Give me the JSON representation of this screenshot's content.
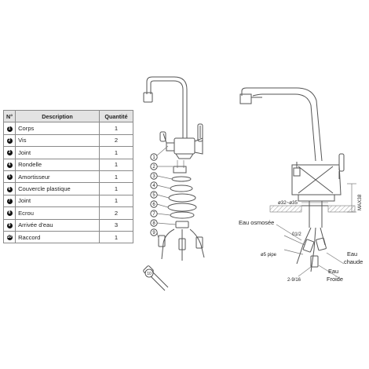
{
  "table": {
    "headers": {
      "num": "N°",
      "description": "Description",
      "quantity": "Quantité"
    },
    "rows": [
      {
        "num": "1",
        "description": "Corps",
        "quantity": "1"
      },
      {
        "num": "2",
        "description": "Vis",
        "quantity": "2"
      },
      {
        "num": "3",
        "description": "Joint",
        "quantity": "1"
      },
      {
        "num": "4",
        "description": "Rondelle",
        "quantity": "1"
      },
      {
        "num": "5",
        "description": "Amortisseur",
        "quantity": "1"
      },
      {
        "num": "6",
        "description": "Couvercle plastique",
        "quantity": "1"
      },
      {
        "num": "7",
        "description": "Joint",
        "quantity": "1"
      },
      {
        "num": "8",
        "description": "Ecrou",
        "quantity": "2"
      },
      {
        "num": "9",
        "description": "Arrivée d'eau",
        "quantity": "3"
      },
      {
        "num": "10",
        "description": "Raccord",
        "quantity": "1"
      }
    ]
  },
  "exploded": {
    "callouts": [
      "1",
      "2",
      "3",
      "4",
      "5",
      "6",
      "7",
      "8",
      "9",
      "10"
    ]
  },
  "side_view": {
    "dim_diameter": "ø32~ø35",
    "dim_max": "MAX38",
    "thread_small": "01/2",
    "pipe": "ø5 pipe",
    "thread_large": "2-9/16",
    "label_osmosis": "Eau osmosée",
    "label_hot_1": "Eau",
    "label_hot_2": "chaude",
    "label_cold_1": "Eau",
    "label_cold_2": "Froide"
  }
}
